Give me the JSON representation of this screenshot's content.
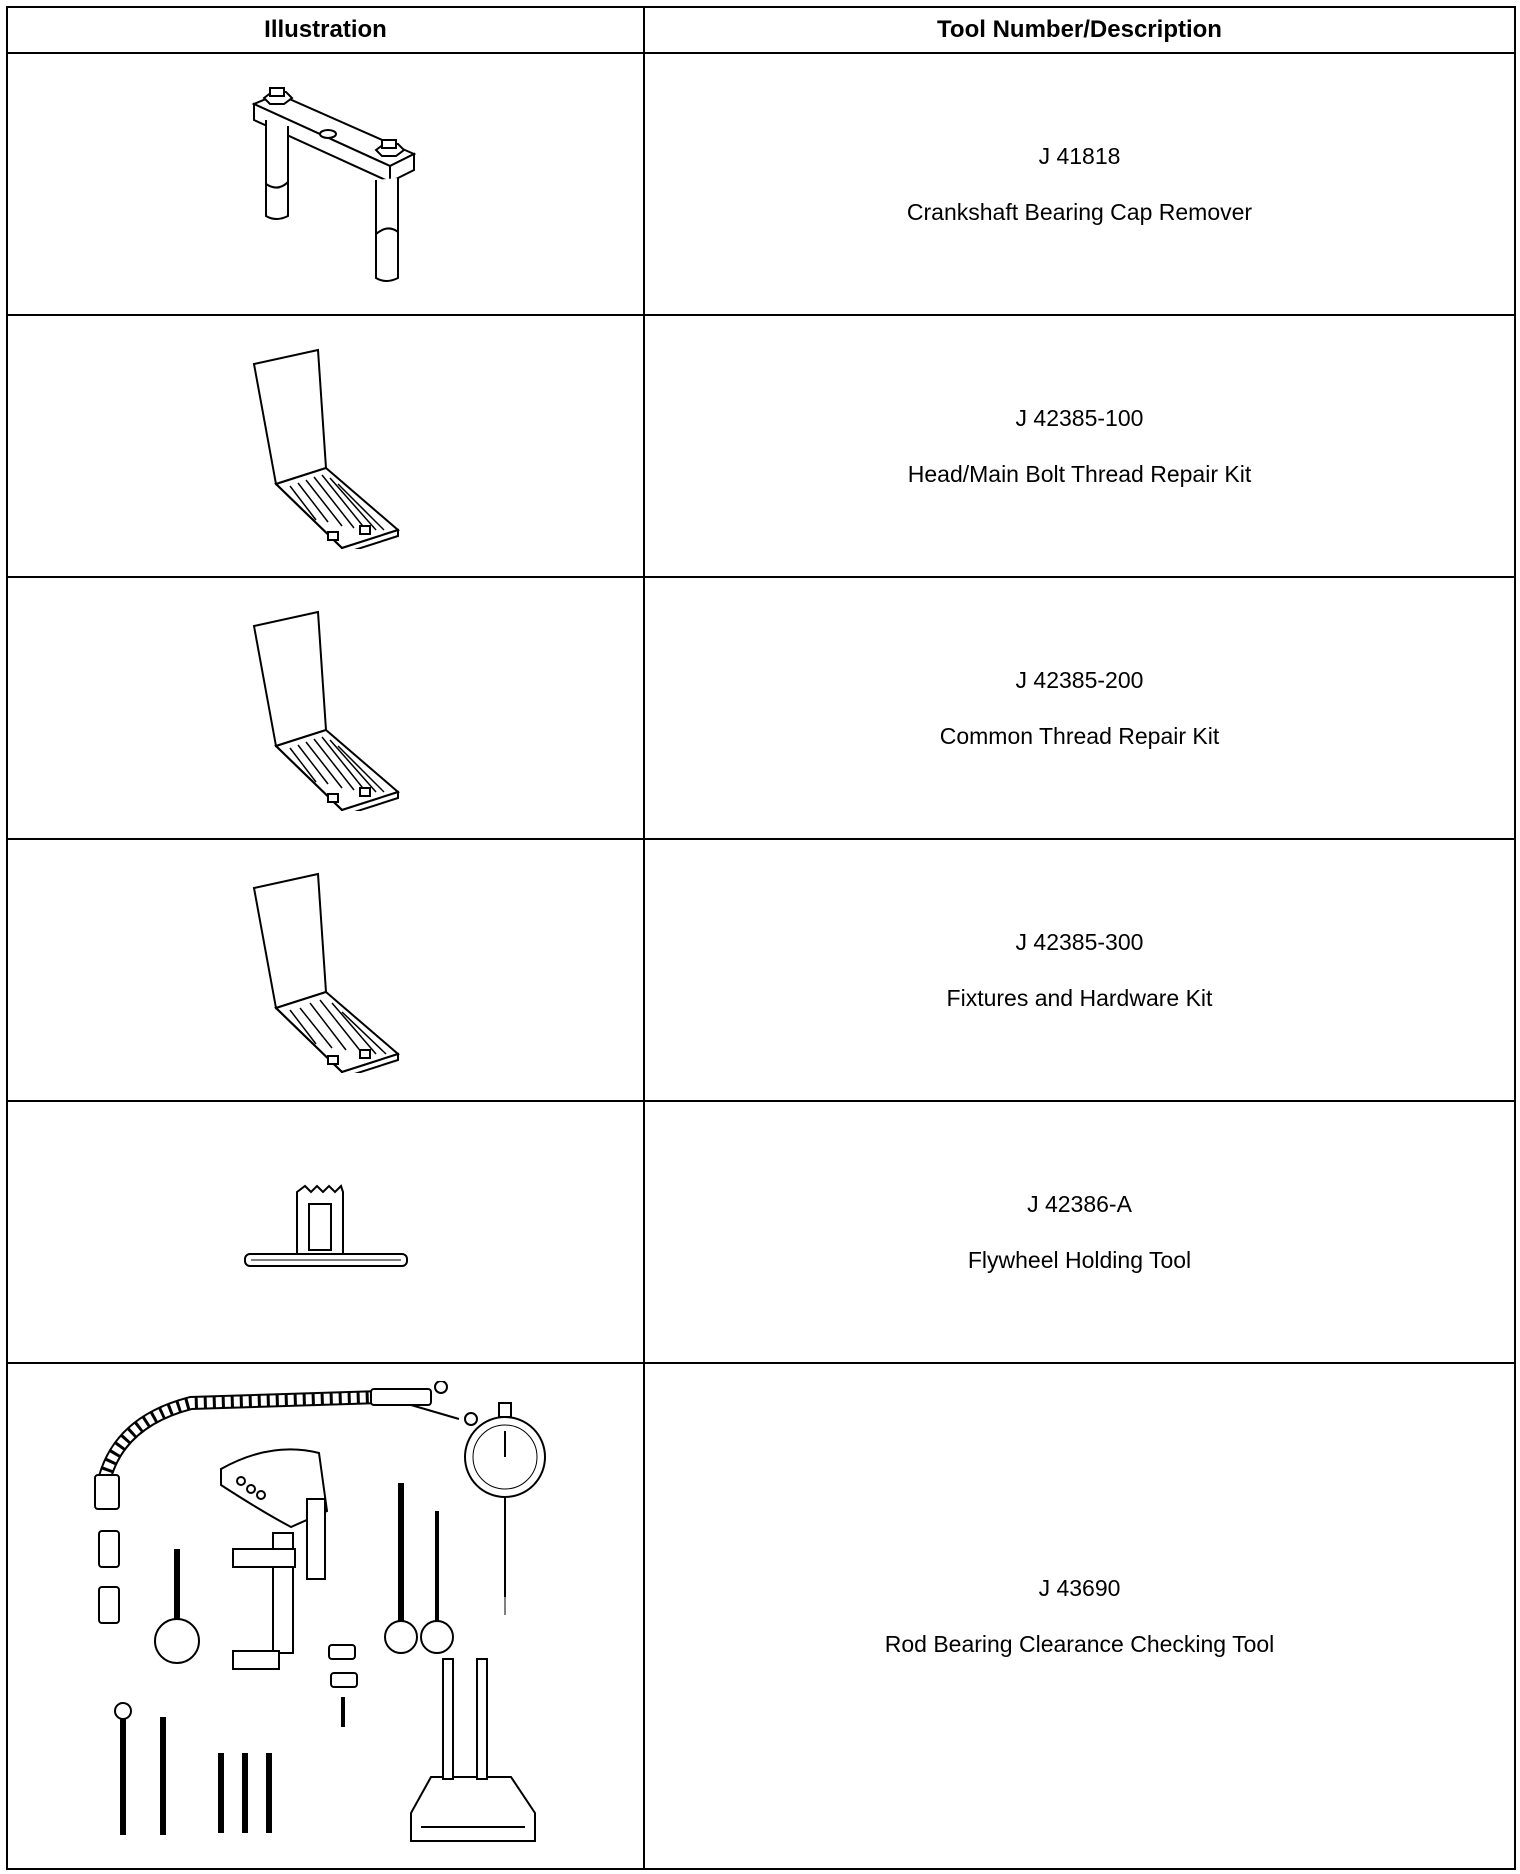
{
  "table": {
    "headers": {
      "illustration": "Illustration",
      "tool": "Tool Number/Description"
    },
    "rows": [
      {
        "number": "J 41818",
        "description": "Crankshaft Bearing Cap Remover",
        "icon": "bearing-cap-remover-icon"
      },
      {
        "number": "J 42385-100",
        "description": "Head/Main Bolt Thread Repair Kit",
        "icon": "thread-repair-kit-case-icon"
      },
      {
        "number": "J 42385-200",
        "description": "Common Thread Repair Kit",
        "icon": "thread-repair-kit-case-icon"
      },
      {
        "number": "J 42385-300",
        "description": "Fixtures and Hardware Kit",
        "icon": "hardware-kit-case-icon"
      },
      {
        "number": "J 42386-A",
        "description": "Flywheel Holding Tool",
        "icon": "flywheel-holding-tool-icon"
      },
      {
        "number": "J 43690",
        "description": "Rod Bearing Clearance Checking Tool",
        "icon": "rod-bearing-checking-tool-icon"
      }
    ]
  }
}
